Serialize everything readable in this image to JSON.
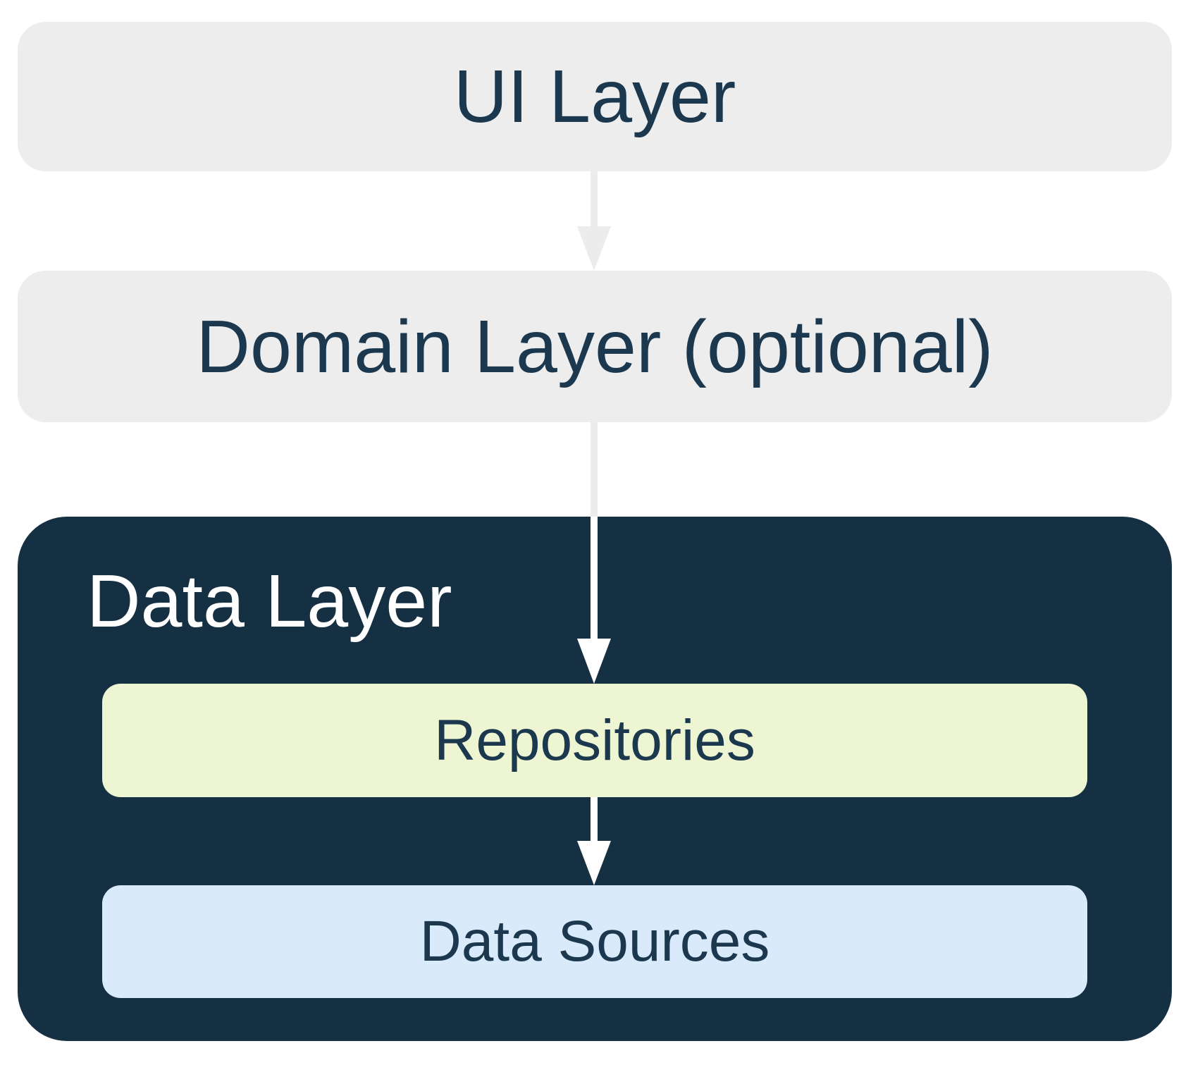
{
  "diagram_type": "app-architecture-layers",
  "nodes": {
    "ui_layer": {
      "label": "UI Layer"
    },
    "domain_layer": {
      "label": "Domain Layer (optional)"
    },
    "data_layer": {
      "label": "Data Layer"
    },
    "repositories": {
      "label": "Repositories"
    },
    "data_sources": {
      "label": "Data Sources"
    }
  },
  "edges": [
    {
      "from": "UI Layer",
      "to": "Domain Layer (optional)",
      "arrow_color": "#ECECEC"
    },
    {
      "from": "Domain Layer (optional)",
      "to": "Repositories",
      "arrow_color": "#ECECEC outside Data Layer, #FFFFFF inside"
    },
    {
      "from": "Repositories",
      "to": "Data Sources",
      "arrow_color": "#FFFFFF"
    }
  ],
  "colors": {
    "background": "#FFFFFF",
    "layer_box_gray": "#EDEDED",
    "data_layer_navy": "#152F43",
    "repositories_green": "#EEF5D2",
    "data_sources_blue": "#D9EBFB",
    "text_navy": "#1B384E",
    "text_on_dark": "#FFFFFF",
    "arrow_gray": "#ECECEC",
    "arrow_white": "#FFFFFF"
  }
}
